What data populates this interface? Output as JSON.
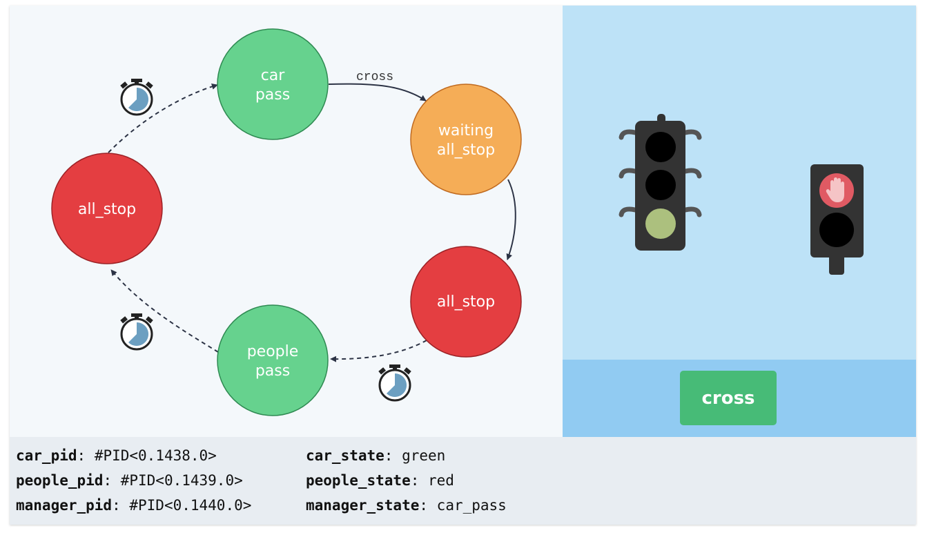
{
  "diagram": {
    "nodes": [
      {
        "id": "car-pass",
        "lines": [
          "car",
          "pass"
        ],
        "color": "#66d28e"
      },
      {
        "id": "waiting-all-stop",
        "lines": [
          "waiting",
          "all_stop"
        ],
        "color": "#f5ad57"
      },
      {
        "id": "all-stop-right",
        "lines": [
          "all_stop"
        ],
        "color": "#e43e41"
      },
      {
        "id": "people-pass",
        "lines": [
          "people",
          "pass"
        ],
        "color": "#66d28e"
      },
      {
        "id": "all-stop-left",
        "lines": [
          "all_stop"
        ],
        "color": "#e43e41"
      }
    ],
    "edges": [
      {
        "from": "car-pass",
        "to": "waiting-all-stop",
        "style": "solid",
        "label": "cross"
      },
      {
        "from": "waiting-all-stop",
        "to": "all-stop-right",
        "style": "solid",
        "label": ""
      },
      {
        "from": "all-stop-right",
        "to": "people-pass",
        "style": "dashed",
        "label": "",
        "icon": "stopwatch-icon"
      },
      {
        "from": "people-pass",
        "to": "all-stop-left",
        "style": "dashed",
        "label": "",
        "icon": "stopwatch-icon"
      },
      {
        "from": "all-stop-left",
        "to": "car-pass",
        "style": "dashed",
        "label": "",
        "icon": "stopwatch-icon"
      }
    ]
  },
  "simulation": {
    "car_light": {
      "active": "green",
      "active_color": "#acc07e"
    },
    "people_light": {
      "active": "red",
      "active_color": "#e05a63",
      "icon": "hand-icon"
    },
    "cross_button_label": "cross"
  },
  "status": {
    "car_pid": {
      "key": "car_pid",
      "value": "#PID<0.1438.0>"
    },
    "people_pid": {
      "key": "people_pid",
      "value": "#PID<0.1439.0>"
    },
    "manager_pid": {
      "key": "manager_pid",
      "value": "#PID<0.1440.0>"
    },
    "car_state": {
      "key": "car_state",
      "value": "green"
    },
    "people_state": {
      "key": "people_state",
      "value": "red"
    },
    "manager_state": {
      "key": "manager_state",
      "value": "car_pass"
    }
  },
  "colors": {
    "green_state": "#66d28e",
    "orange_state": "#f5ad57",
    "red_state": "#e43e41",
    "arrow": "#2c3345",
    "sim_background": "#bde2f7",
    "control_bar": "#91cbf2",
    "cross_button": "#47bb77"
  }
}
